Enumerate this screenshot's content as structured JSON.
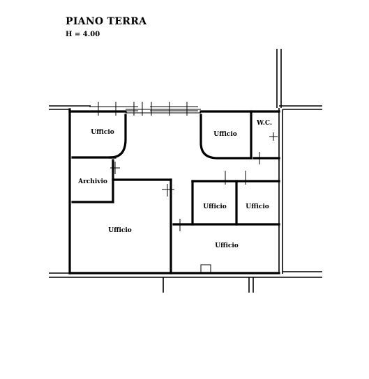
{
  "header": {
    "title": "PIANO TERRA",
    "height": "H = 4.00"
  },
  "rooms": [
    {
      "label": "Ufficio"
    },
    {
      "label": "Ufficio"
    },
    {
      "label": "W.C."
    },
    {
      "label": "Archivio"
    },
    {
      "label": "Ufficio"
    },
    {
      "label": "Ufficio"
    },
    {
      "label": "Ufficio"
    },
    {
      "label": "Ufficio"
    }
  ],
  "colors": {
    "ink": "#000000",
    "paper": "#ffffff"
  }
}
